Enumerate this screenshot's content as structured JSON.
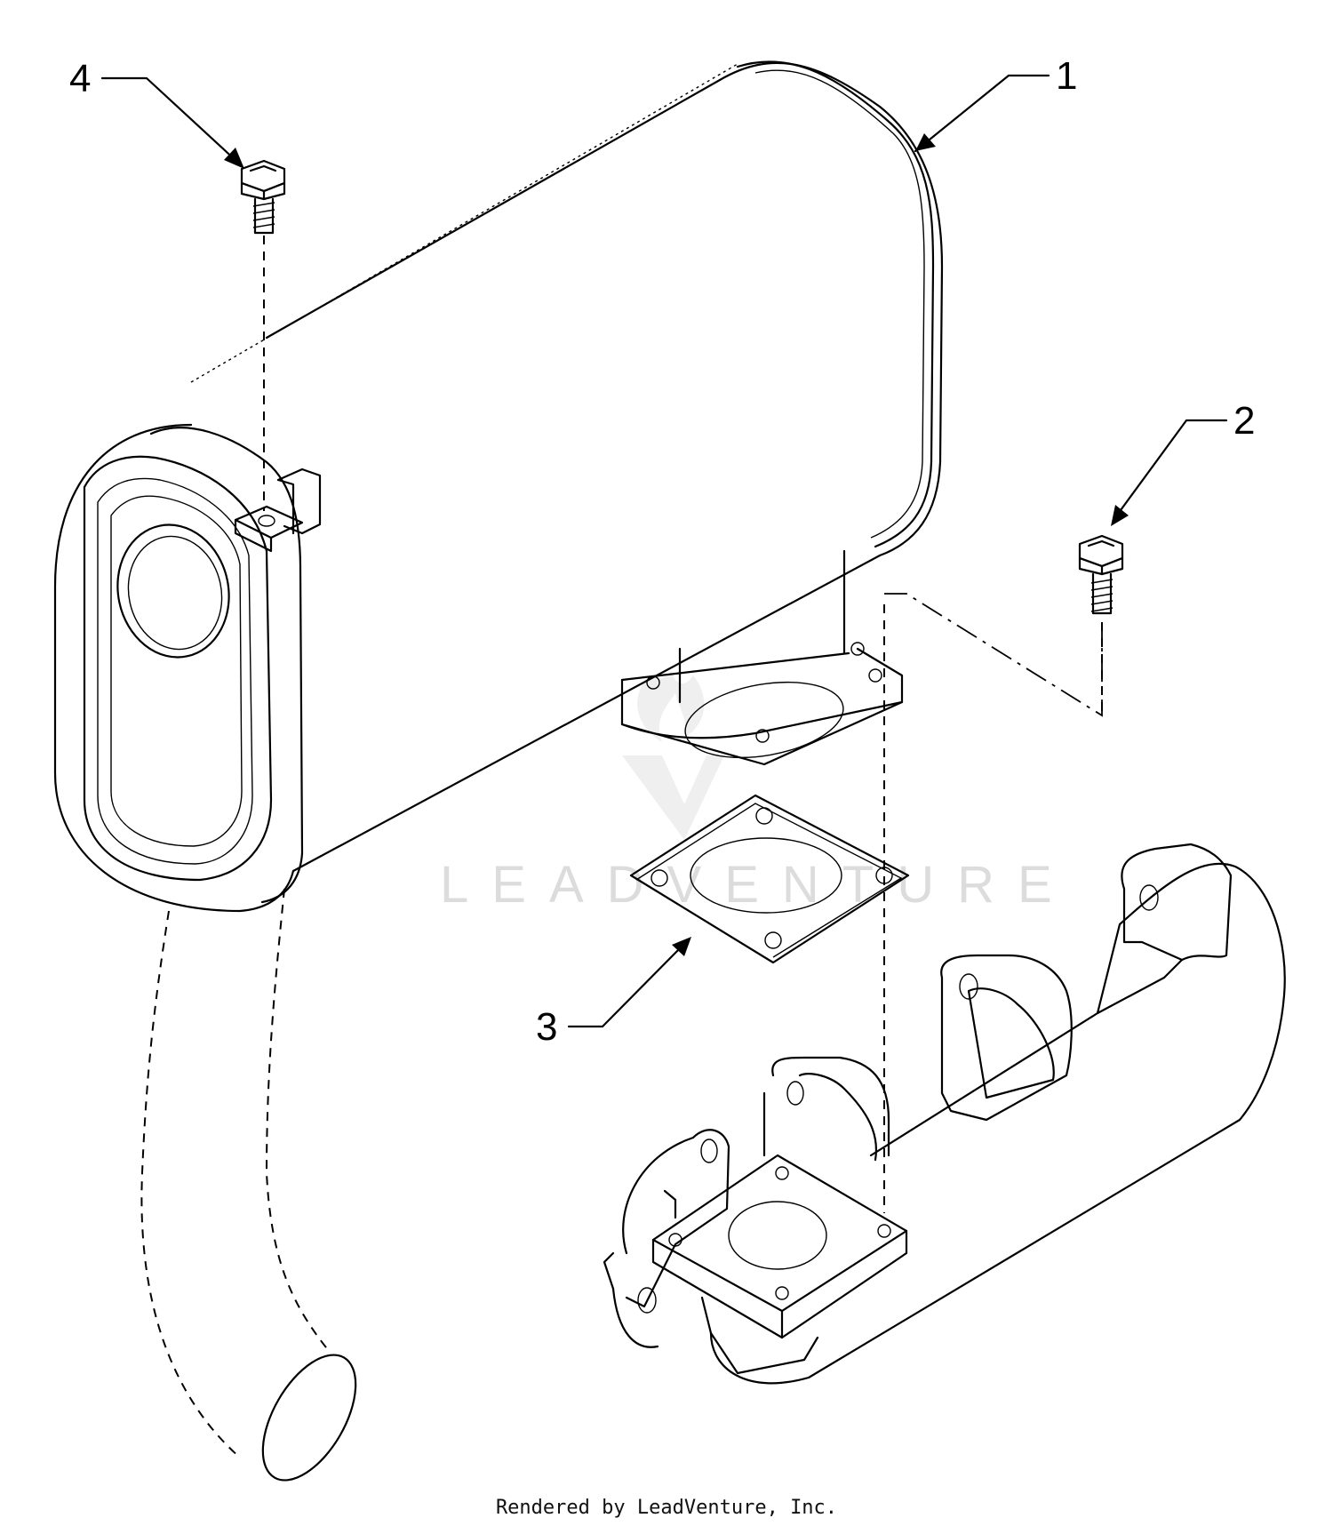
{
  "diagram": {
    "callouts": [
      {
        "id": "callout-1",
        "label": "1"
      },
      {
        "id": "callout-2",
        "label": "2"
      },
      {
        "id": "callout-3",
        "label": "3"
      },
      {
        "id": "callout-4",
        "label": "4"
      }
    ],
    "watermark": "LEADVENTURE",
    "footer": "Rendered by LeadVenture, Inc."
  },
  "colors": {
    "line": "#000000",
    "background": "#ffffff",
    "watermark": "#dcdcdc"
  }
}
